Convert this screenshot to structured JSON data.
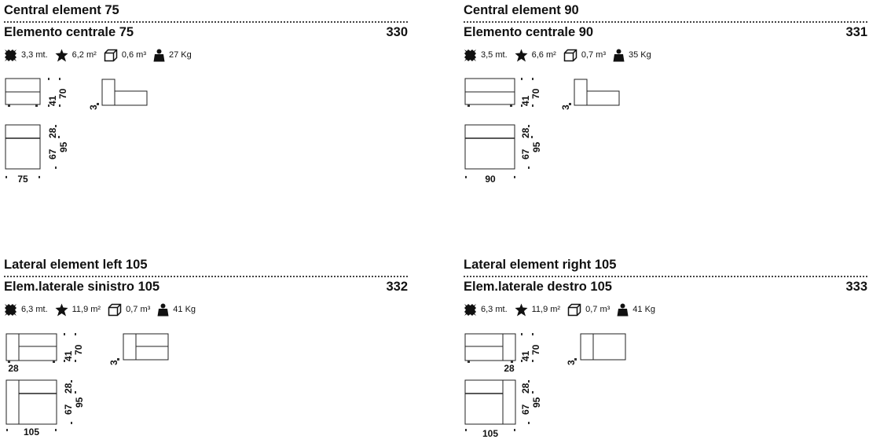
{
  "cards": [
    {
      "title_en": "Central element 75",
      "title_it": "Elemento centrale 75",
      "code": "330",
      "specs": {
        "fabric": "3,3 mt.",
        "leather": "6,2 m²",
        "volume": "0,6 m³",
        "weight": "27 Kg"
      },
      "dims": {
        "seat_h": "41",
        "total_h": "70",
        "arm": "3",
        "back": "28",
        "seat_d": "67",
        "depth": "95",
        "width": "75"
      }
    },
    {
      "title_en": "Central element 90",
      "title_it": "Elemento centrale 90",
      "code": "331",
      "specs": {
        "fabric": "3,5 mt.",
        "leather": "6,6 m²",
        "volume": "0,7 m³",
        "weight": "35 Kg"
      },
      "dims": {
        "seat_h": "41",
        "total_h": "70",
        "arm": "3",
        "back": "28",
        "seat_d": "67",
        "depth": "95",
        "width": "90"
      }
    },
    {
      "title_en": "Lateral element left 105",
      "title_it": "Elem.laterale sinistro 105",
      "code": "332",
      "specs": {
        "fabric": "6,3 mt.",
        "leather": "11,9 m²",
        "volume": "0,7 m³",
        "weight": "41 Kg"
      },
      "dims": {
        "seat_h": "41",
        "total_h": "70",
        "arm": "3",
        "side": "28",
        "back": "28",
        "seat_d": "67",
        "depth": "95",
        "width": "105"
      }
    },
    {
      "title_en": "Lateral element right 105",
      "title_it": "Elem.laterale destro 105",
      "code": "333",
      "specs": {
        "fabric": "6,3 mt.",
        "leather": "11,9 m²",
        "volume": "0,7 m³",
        "weight": "41 Kg"
      },
      "dims": {
        "seat_h": "41",
        "total_h": "70",
        "arm": "3",
        "side": "28",
        "back": "28",
        "seat_d": "67",
        "depth": "95",
        "width": "105"
      }
    }
  ],
  "icons": [
    "fabric-icon",
    "leather-icon",
    "volume-icon",
    "weight-icon"
  ]
}
